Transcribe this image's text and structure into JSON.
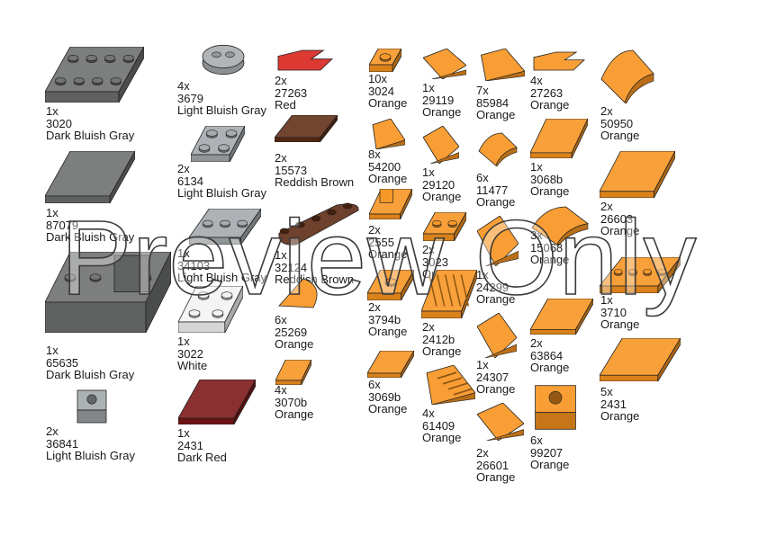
{
  "watermark": "Preview Only",
  "parts": [
    {
      "id": "p1",
      "qty": "1x",
      "number": "3020",
      "color": "Dark Bluish Gray",
      "hex": "#6b6e6c",
      "shape": "plate-2x4"
    },
    {
      "id": "p2",
      "qty": "1x",
      "number": "87079",
      "color": "Dark Bluish Gray",
      "hex": "#6b6e6c",
      "shape": "tile-2x4"
    },
    {
      "id": "p3",
      "qty": "1x",
      "number": "65635",
      "color": "Dark Bluish Gray",
      "hex": "#6b6e6c",
      "shape": "brick-modified"
    },
    {
      "id": "p4",
      "qty": "2x",
      "number": "36841",
      "color": "Light Bluish Gray",
      "hex": "#a3a8ac",
      "shape": "bracket-small"
    },
    {
      "id": "p5",
      "qty": "4x",
      "number": "3679",
      "color": "Light Bluish Gray",
      "hex": "#a3a8ac",
      "shape": "turntable"
    },
    {
      "id": "p6",
      "qty": "2x",
      "number": "6134",
      "color": "Light Bluish Gray",
      "hex": "#a3a8ac",
      "shape": "hinge-plate"
    },
    {
      "id": "p7",
      "qty": "1x",
      "number": "34103",
      "color": "Light Bluish Gray",
      "hex": "#a3a8ac",
      "shape": "plate-1x3"
    },
    {
      "id": "p8",
      "qty": "1x",
      "number": "3022",
      "color": "White",
      "hex": "#f2f2f2",
      "shape": "plate-2x2"
    },
    {
      "id": "p9",
      "qty": "1x",
      "number": "2431",
      "color": "Dark Red",
      "hex": "#7a1414",
      "shape": "tile-1x4"
    },
    {
      "id": "p10",
      "qty": "2x",
      "number": "27263",
      "color": "Red",
      "hex": "#d9231c",
      "shape": "tile-corner"
    },
    {
      "id": "p11",
      "qty": "2x",
      "number": "15573",
      "color": "Reddish Brown",
      "hex": "#5e2c14",
      "shape": "tile-1x2"
    },
    {
      "id": "p12",
      "qty": "1x",
      "number": "32124",
      "color": "Reddish Brown",
      "hex": "#5e2c14",
      "shape": "technic-plate"
    },
    {
      "id": "p13",
      "qty": "6x",
      "number": "25269",
      "color": "Orange",
      "hex": "#f7931e",
      "shape": "quarter-tile"
    },
    {
      "id": "p14",
      "qty": "4x",
      "number": "3070b",
      "color": "Orange",
      "hex": "#f7931e",
      "shape": "tile-1x1"
    },
    {
      "id": "p15",
      "qty": "10x",
      "number": "3024",
      "color": "Orange",
      "hex": "#f7931e",
      "shape": "plate-1x1"
    },
    {
      "id": "p16",
      "qty": "8x",
      "number": "54200",
      "color": "Orange",
      "hex": "#f7931e",
      "shape": "slope-cheese"
    },
    {
      "id": "p17",
      "qty": "2x",
      "number": "2555",
      "color": "Orange",
      "hex": "#f7931e",
      "shape": "tile-clip"
    },
    {
      "id": "p18",
      "qty": "2x",
      "number": "3794b",
      "color": "Orange",
      "hex": "#f7931e",
      "shape": "jumper"
    },
    {
      "id": "p19",
      "qty": "6x",
      "number": "3069b",
      "color": "Orange",
      "hex": "#f7931e",
      "shape": "tile-1x2-o"
    },
    {
      "id": "p20",
      "qty": "1x",
      "number": "29119",
      "color": "Orange",
      "hex": "#f7931e",
      "shape": "wedge-left"
    },
    {
      "id": "p21",
      "qty": "1x",
      "number": "29120",
      "color": "Orange",
      "hex": "#f7931e",
      "shape": "wedge-right"
    },
    {
      "id": "p22",
      "qty": "2x",
      "number": "3023",
      "color": "Orange",
      "hex": "#f7931e",
      "shape": "plate-1x2"
    },
    {
      "id": "p23",
      "qty": "2x",
      "number": "2412b",
      "color": "Orange",
      "hex": "#f7931e",
      "shape": "grille"
    },
    {
      "id": "p24",
      "qty": "4x",
      "number": "61409",
      "color": "Orange",
      "hex": "#f7931e",
      "shape": "slope-grille"
    },
    {
      "id": "p25",
      "qty": "7x",
      "number": "85984",
      "color": "Orange",
      "hex": "#f7931e",
      "shape": "slope-1x2"
    },
    {
      "id": "p26",
      "qty": "6x",
      "number": "11477",
      "color": "Orange",
      "hex": "#f7931e",
      "shape": "curve-1x2"
    },
    {
      "id": "p27",
      "qty": "1x",
      "number": "24299",
      "color": "Orange",
      "hex": "#f7931e",
      "shape": "wedge-plate"
    },
    {
      "id": "p28",
      "qty": "1x",
      "number": "24307",
      "color": "Orange",
      "hex": "#f7931e",
      "shape": "wedge-plate-r"
    },
    {
      "id": "p29",
      "qty": "2x",
      "number": "26601",
      "color": "Orange",
      "hex": "#f7931e",
      "shape": "wedge-2x2"
    },
    {
      "id": "p30",
      "qty": "4x",
      "number": "27263",
      "color": "Orange",
      "hex": "#f7931e",
      "shape": "tile-corner"
    },
    {
      "id": "p31",
      "qty": "1x",
      "number": "3068b",
      "color": "Orange",
      "hex": "#f7931e",
      "shape": "tile-2x2"
    },
    {
      "id": "p32",
      "qty": "3x",
      "number": "15068",
      "color": "Orange",
      "hex": "#f7931e",
      "shape": "curve-2x2"
    },
    {
      "id": "p33",
      "qty": "2x",
      "number": "63864",
      "color": "Orange",
      "hex": "#f7931e",
      "shape": "tile-1x3"
    },
    {
      "id": "p34",
      "qty": "6x",
      "number": "99207",
      "color": "Orange",
      "hex": "#f7931e",
      "shape": "bracket-inv"
    },
    {
      "id": "p35",
      "qty": "2x",
      "number": "50950",
      "color": "Orange",
      "hex": "#f7931e",
      "shape": "curve-1x3"
    },
    {
      "id": "p36",
      "qty": "2x",
      "number": "26603",
      "color": "Orange",
      "hex": "#f7931e",
      "shape": "tile-2x3"
    },
    {
      "id": "p37",
      "qty": "1x",
      "number": "3710",
      "color": "Orange",
      "hex": "#f7931e",
      "shape": "plate-1x4"
    },
    {
      "id": "p38",
      "qty": "5x",
      "number": "2431",
      "color": "Orange",
      "hex": "#f7931e",
      "shape": "tile-1x4"
    }
  ]
}
